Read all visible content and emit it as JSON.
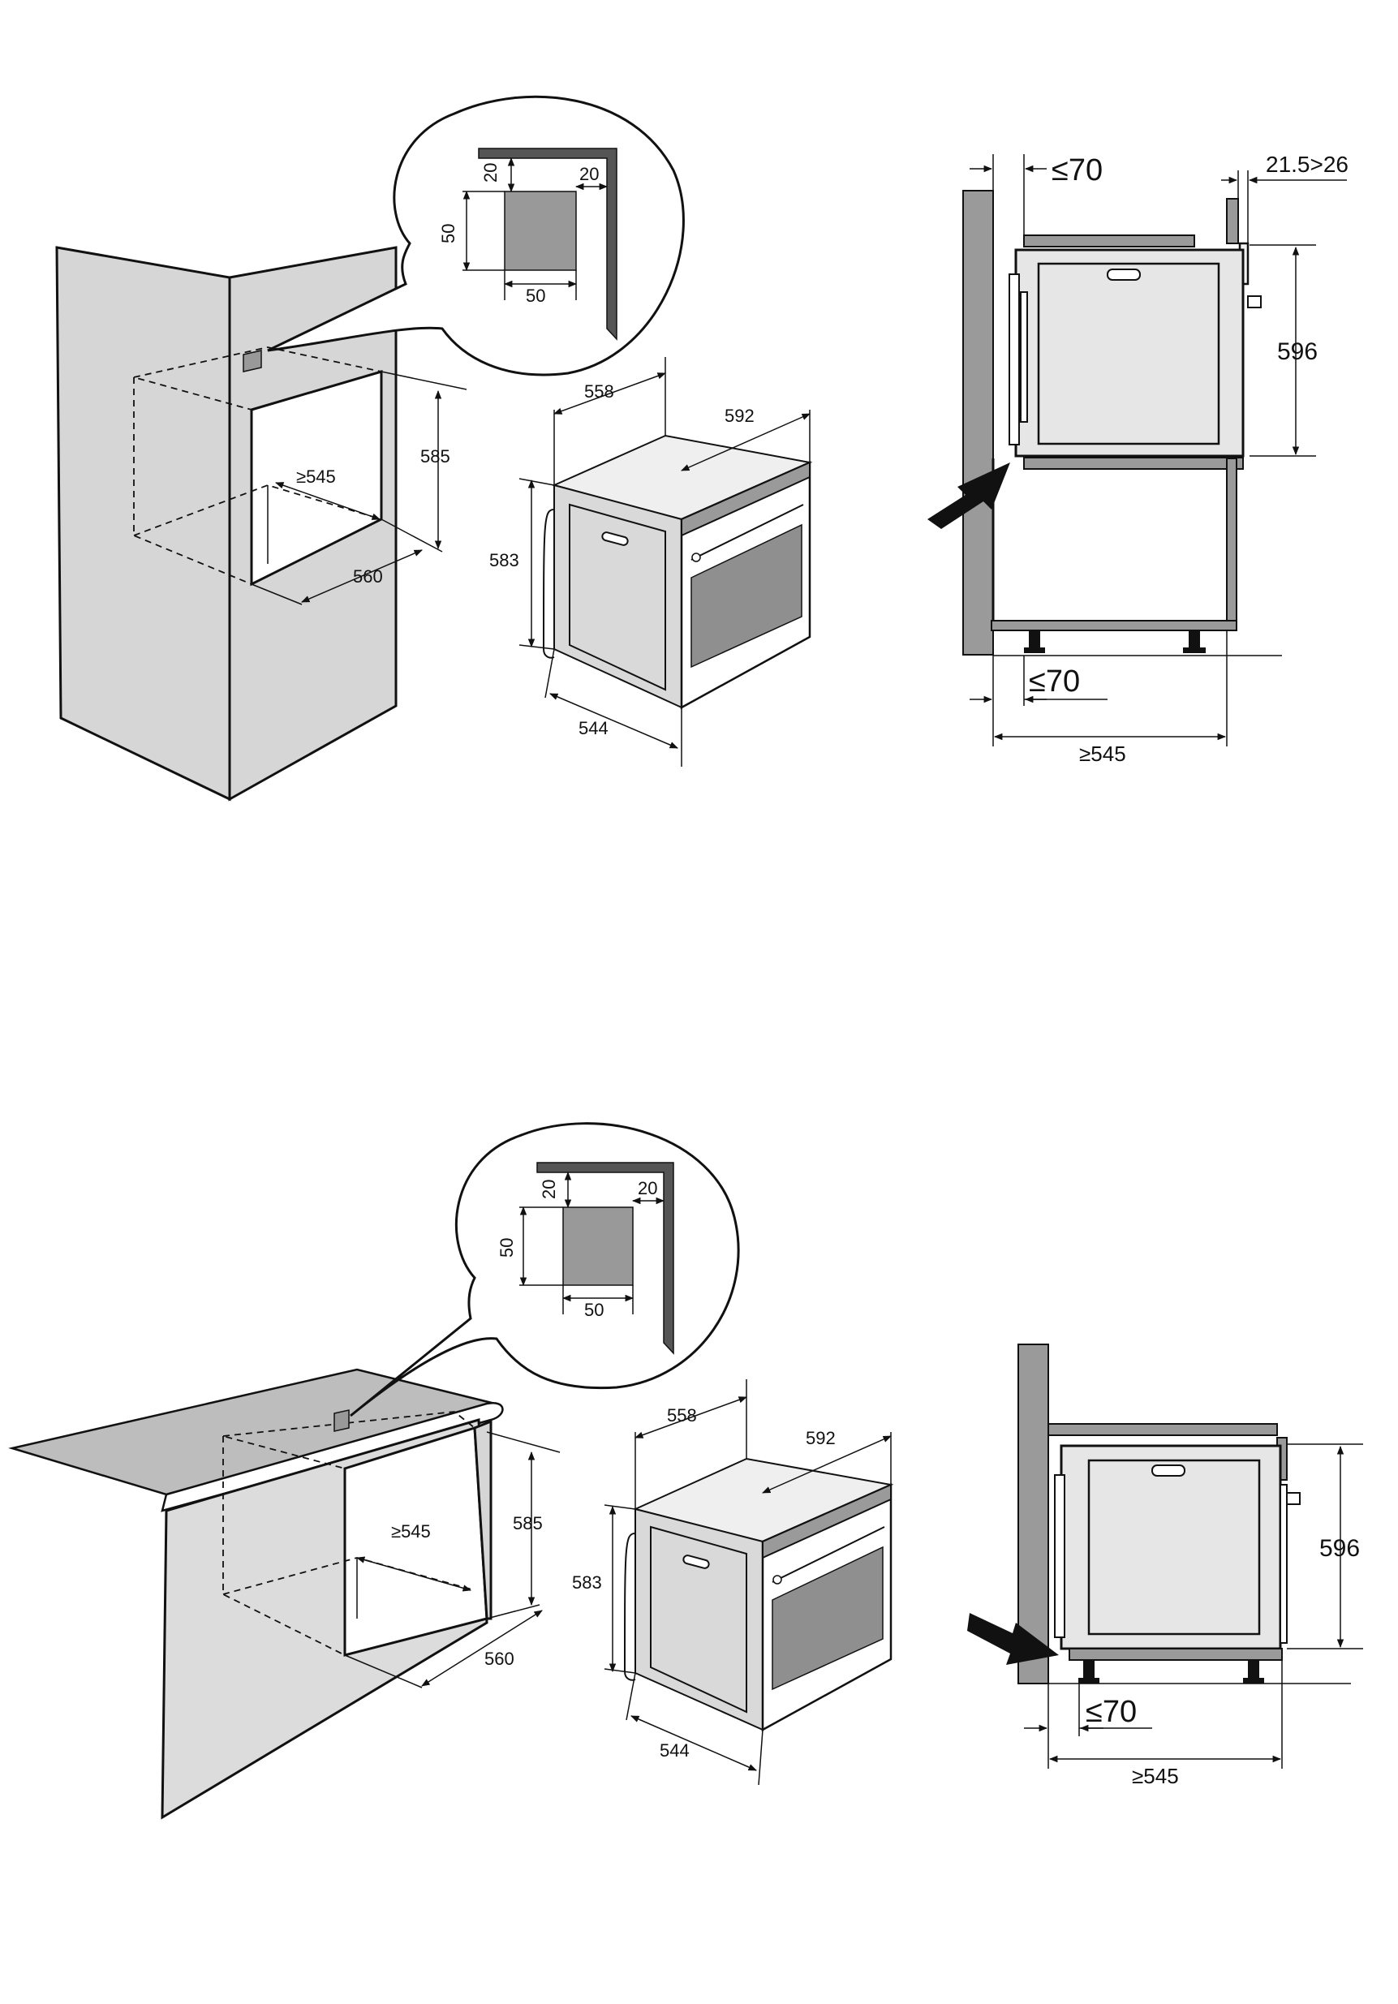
{
  "top": {
    "niche": {
      "depth": "≥545",
      "height": "585",
      "width": "560"
    },
    "detail": {
      "gap_top": "20",
      "gap_side": "20",
      "vent_h": "50",
      "vent_w": "50"
    },
    "oven": {
      "depth": "558",
      "width": "592",
      "height": "583",
      "body_depth": "544"
    },
    "side": {
      "gap_top": "≤70",
      "panel": "21.5>26",
      "height": "596",
      "gap_bottom": "≤70",
      "depth": "≥545"
    }
  },
  "bottom": {
    "niche": {
      "depth": "≥545",
      "height": "585",
      "width": "560"
    },
    "detail": {
      "gap_top": "20",
      "gap_side": "20",
      "vent_h": "50",
      "vent_w": "50"
    },
    "oven": {
      "depth": "558",
      "width": "592",
      "height": "583",
      "body_depth": "544"
    },
    "side": {
      "height": "596",
      "gap_bottom": "≤70",
      "depth": "≥545"
    }
  }
}
